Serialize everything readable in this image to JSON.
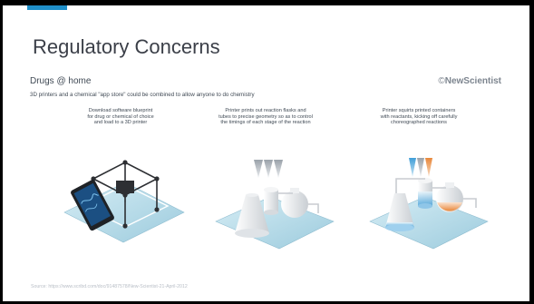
{
  "slide": {
    "title": "Regulatory Concerns",
    "source": "Source: https://www.scribd.com/doc/91487578/New-Scientist-21-April-2012"
  },
  "figure": {
    "heading": "Drugs @ home",
    "subheading": "3D printers and a chemical \"app store\" could be combined to allow anyone to do chemistry",
    "logo_symbol": "©",
    "logo_text": "NewScientist",
    "captions": [
      "Download software blueprint\nfor drug or chemical of choice\nand load to a 3D printer",
      "Printer prints out reaction flasks and\ntubes to precise geometry so as to control\nthe timings of each stage of the reaction",
      "Printer squirts printed containers\nwith reactants, kicking off carefully\nchoreographed reactions"
    ]
  },
  "colors": {
    "accent": "#1f8fc9",
    "title": "#3b3f48",
    "platform": "#b9dce8",
    "reactant_blue": "#4aa9e0",
    "reactant_orange": "#e8873a"
  }
}
